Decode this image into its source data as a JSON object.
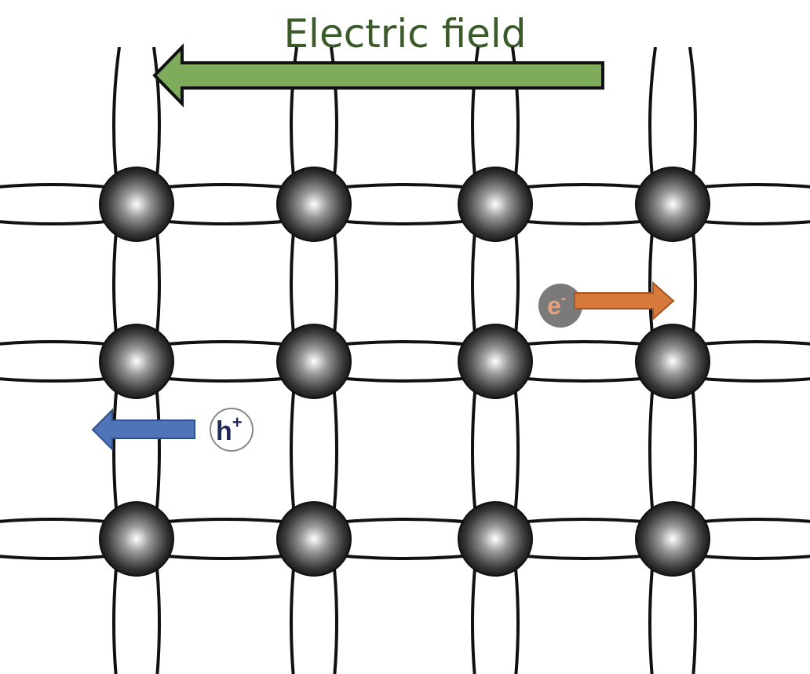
{
  "title": "Electric field",
  "electron": {
    "symbol": "e",
    "sup": "-"
  },
  "hole": {
    "symbol": "h",
    "sup": "+"
  },
  "colors": {
    "field_arrow": "#7fac5a",
    "electron_arrow": "#d67a3c",
    "hole_arrow": "#4f74b8",
    "electron_circle": "#7a7a7a",
    "electron_text": "#e8a07a",
    "hole_text": "#1f2a5a"
  },
  "icons": {
    "field_arrow": "arrow-left-icon",
    "electron_arrow": "arrow-right-icon",
    "hole_arrow": "arrow-left-icon"
  }
}
